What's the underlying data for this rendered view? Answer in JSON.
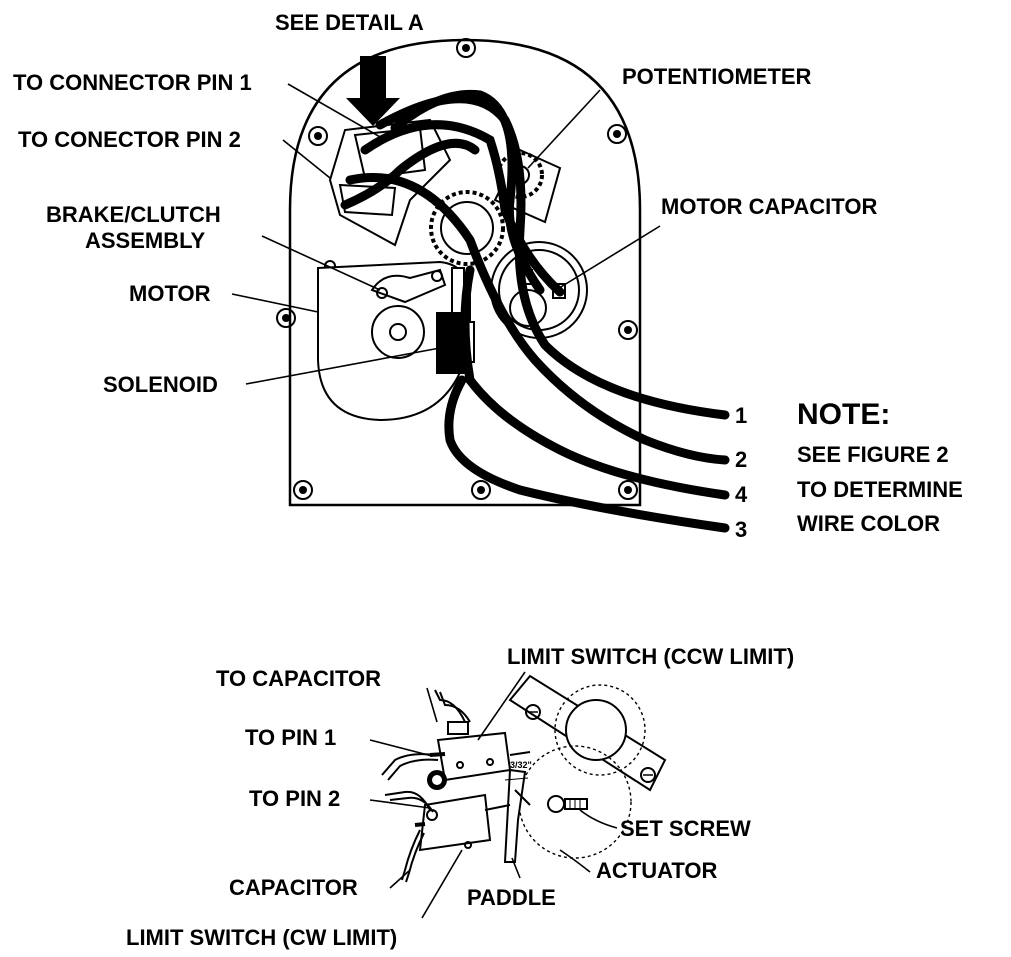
{
  "top_figure": {
    "labels": {
      "see_detail_a": "SEE DETAIL A",
      "to_connector_pin_1": "TO CONNECTOR PIN 1",
      "to_connector_pin_2": "TO CONECTOR PIN 2",
      "brake_clutch_line1": "BRAKE/CLUTCH",
      "brake_clutch_line2": "ASSEMBLY",
      "motor": "MOTOR",
      "solenoid": "SOLENOID",
      "potentiometer": "POTENTIOMETER",
      "motor_capacitor": "MOTOR CAPACITOR"
    },
    "wire_numbers": [
      "1",
      "2",
      "4",
      "3"
    ],
    "note": {
      "heading": "NOTE:",
      "line1": "SEE FIGURE 2",
      "line2": "TO DETERMINE",
      "line3": "WIRE COLOR"
    }
  },
  "detail_figure": {
    "labels": {
      "limit_switch_ccw": "LIMIT SWITCH (CCW LIMIT)",
      "to_capacitor": "TO CAPACITOR",
      "to_pin_1": "TO PIN 1",
      "to_pin_2": "TO PIN 2",
      "set_screw": "SET SCREW",
      "actuator": "ACTUATOR",
      "capacitor": "CAPACITOR",
      "paddle": "PADDLE",
      "limit_switch_cw": "LIMIT SWITCH (CW LIMIT)",
      "gap_dimension": "3/32\""
    }
  }
}
